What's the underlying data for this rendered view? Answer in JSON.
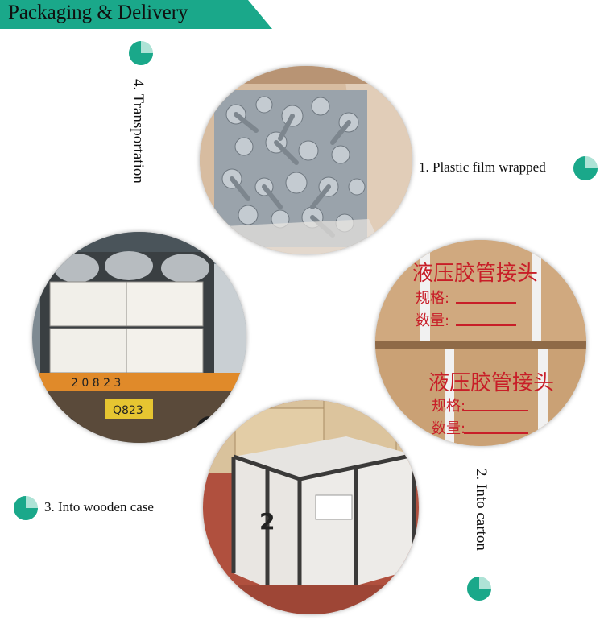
{
  "banner": {
    "title": "Packaging & Delivery"
  },
  "colors": {
    "accent": "#1aa88a",
    "pie_light": "#aee3d6"
  },
  "icons": {
    "step_marker": "pie-chart-icon"
  },
  "steps": [
    {
      "label": "1. Plastic film wrapped"
    },
    {
      "label": "2. Into carton"
    },
    {
      "label": "3. Into wooden case"
    },
    {
      "label": "4. Transportation"
    }
  ],
  "photos": {
    "carton_label_title": "液压胶管接头",
    "carton_label_spec": "规格:",
    "carton_label_qty": "数量:",
    "truck_plate": "Q823",
    "truck_stripe_text": "2 0 8 2 3",
    "crate_number": "2"
  }
}
